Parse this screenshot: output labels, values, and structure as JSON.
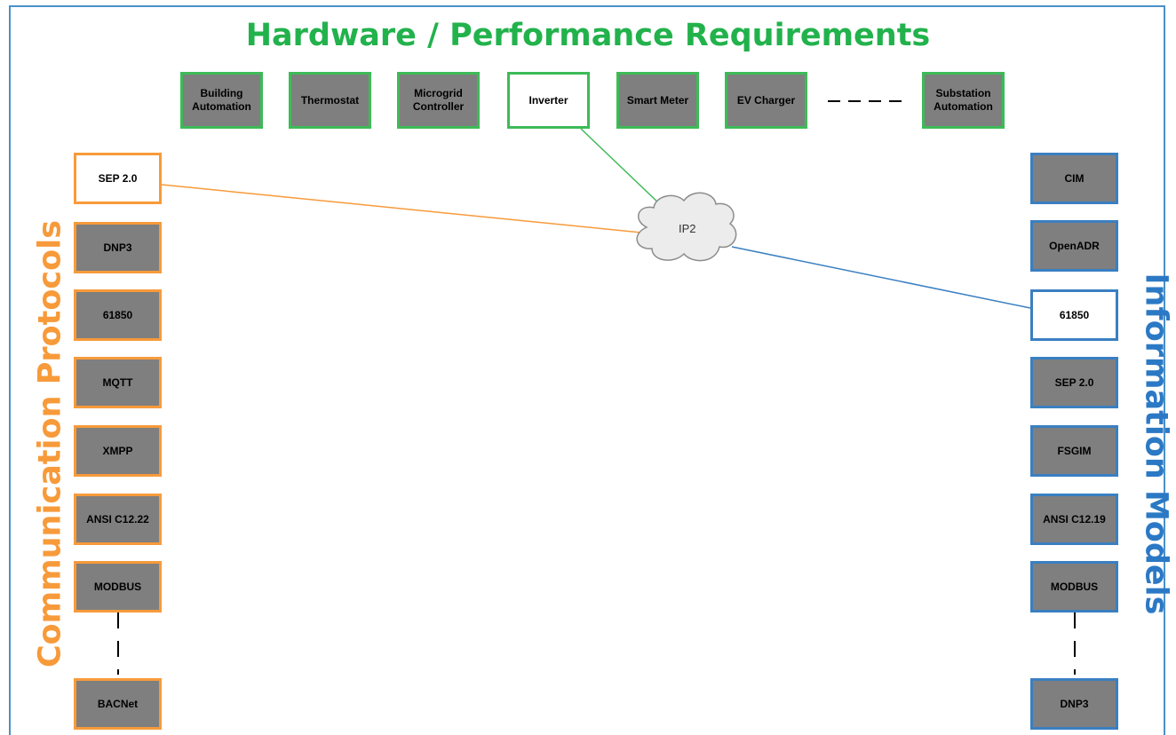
{
  "title": "Hardware / Performance Requirements",
  "left_title": "Communication Protocols",
  "right_title": "Information Models",
  "hardware": [
    "Building\nAutomation",
    "Thermostat",
    "Microgrid\nController",
    "Inverter",
    "Smart Meter",
    "EV Charger",
    "Substation\nAutomation"
  ],
  "protocols": [
    "SEP 2.0",
    "DNP3",
    "61850",
    "MQTT",
    "XMPP",
    "ANSI C12.22",
    "MODBUS",
    "BACNet"
  ],
  "models": [
    "CIM",
    "OpenADR",
    "61850",
    "SEP 2.0",
    "FSGIM",
    "ANSI C12.19",
    "MODBUS",
    "DNP3"
  ],
  "cloud_label": "IP2",
  "colors": {
    "hardware": "#3dbb57",
    "protocols": "#f79a3a",
    "models": "#3a7fc1",
    "box_fill": "#7f7f7f",
    "selected_fill": "#ffffff"
  }
}
